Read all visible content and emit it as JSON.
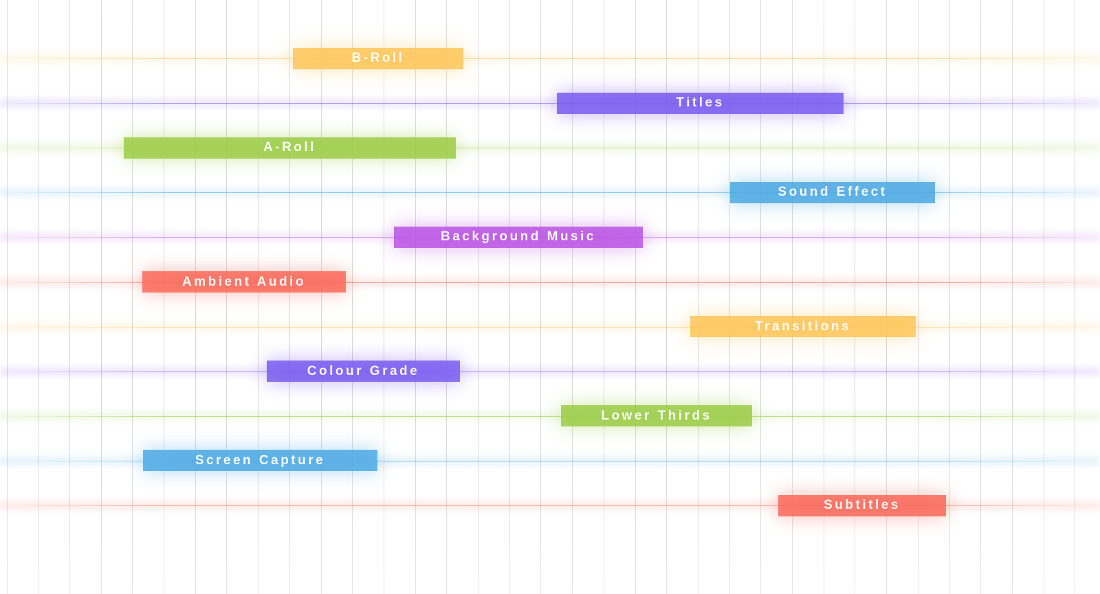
{
  "timeline": {
    "clips": [
      {
        "label": "B-Roll",
        "color": "#fec65a",
        "start": 426,
        "end": 674
      },
      {
        "label": "Titles",
        "color": "#7a5cf0",
        "start": 810,
        "end": 1227
      },
      {
        "label": "A-Roll",
        "color": "#9ccd48",
        "start": 180,
        "end": 663
      },
      {
        "label": "Sound Effect",
        "color": "#4eaae4",
        "start": 1062,
        "end": 1360
      },
      {
        "label": "Background Music",
        "color": "#bb55e4",
        "start": 573,
        "end": 935
      },
      {
        "label": "Ambient Audio",
        "color": "#fa6a5a",
        "start": 207,
        "end": 503
      },
      {
        "label": "Transitions",
        "color": "#fec65a",
        "start": 1004,
        "end": 1332
      },
      {
        "label": "Colour Grade",
        "color": "#7a5cf0",
        "start": 388,
        "end": 669
      },
      {
        "label": "Lower Thirds",
        "color": "#9ccd48",
        "start": 816,
        "end": 1094
      },
      {
        "label": "Screen Capture",
        "color": "#4eaae4",
        "start": 208,
        "end": 549
      },
      {
        "label": "Subtitles",
        "color": "#fa6a5a",
        "start": 1132,
        "end": 1376
      }
    ]
  }
}
